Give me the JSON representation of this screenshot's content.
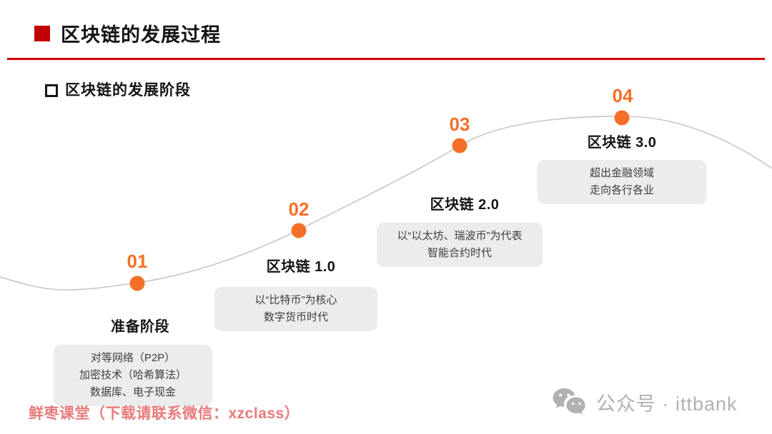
{
  "slide": {
    "title": "区块链的发展过程",
    "subtitle": "区块链的发展阶段"
  },
  "stages": [
    {
      "number": "01",
      "label": "准备阶段",
      "lines": [
        "对等网络（P2P）",
        "加密技术（哈希算法）",
        "数据库、电子现金"
      ]
    },
    {
      "number": "02",
      "label": "区块链 1.0",
      "lines": [
        "以“比特币”为核心",
        "数字货币时代"
      ]
    },
    {
      "number": "03",
      "label": "区块链 2.0",
      "lines": [
        "以“以太坊、瑞波币”为代表",
        "智能合约时代"
      ]
    },
    {
      "number": "04",
      "label": "区块链 3.0",
      "lines": [
        "超出金融领域",
        "走向各行各业"
      ]
    }
  ],
  "footer": {
    "left": "鲜枣课堂（下载请联系微信：xzclass）",
    "right": "公众号 · ittbank",
    "right_icon": "wechat-icon"
  },
  "colors": {
    "accent_red": "#c00000",
    "divider_red": "#d40000",
    "orange": "#f56f28",
    "box_bg": "#ececec",
    "box_text": "#3d3d3d",
    "curve": "#c6c6c6",
    "footer_pink": "#e87a7a",
    "footer_gray": "#b1b1b1"
  }
}
